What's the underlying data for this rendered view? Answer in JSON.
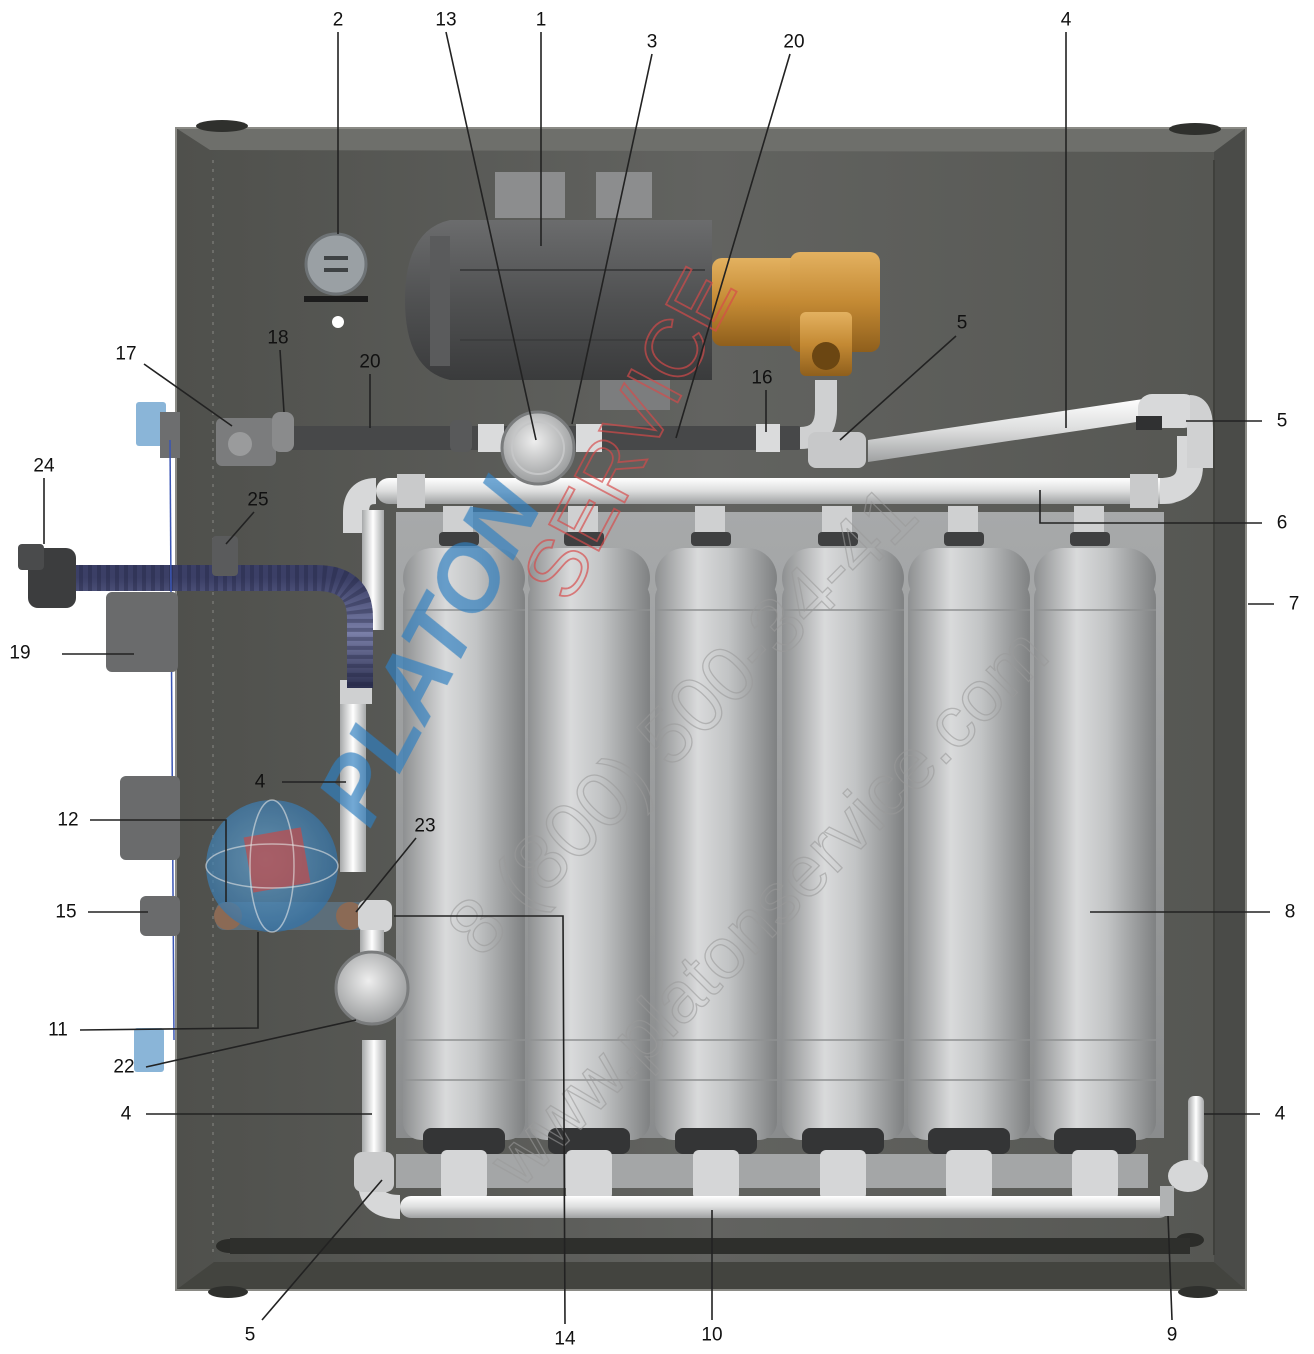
{
  "colors": {
    "cabinet": "#5b5c57",
    "cabinet_edge": "#8a8a85",
    "filter": "#b9bbbc",
    "pipe": "#e9eaea",
    "brass": "#c8923a",
    "motor": "#4a4b4c",
    "watermark_blue": "#2f7fc0",
    "watermark_red": "#d84a4a"
  },
  "watermark": {
    "brand": "PLATON",
    "brand_suffix": "SERVICE",
    "phone": "8 (800) 500-34-41",
    "site": "www.platonservice.com"
  },
  "callouts": [
    {
      "id": "c1",
      "label": "1"
    },
    {
      "id": "c2",
      "label": "2"
    },
    {
      "id": "c3",
      "label": "3"
    },
    {
      "id": "c4a",
      "label": "4"
    },
    {
      "id": "c4b",
      "label": "4"
    },
    {
      "id": "c4c",
      "label": "4"
    },
    {
      "id": "c4d",
      "label": "4"
    },
    {
      "id": "c5a",
      "label": "5"
    },
    {
      "id": "c5b",
      "label": "5"
    },
    {
      "id": "c5c",
      "label": "5"
    },
    {
      "id": "c6",
      "label": "6"
    },
    {
      "id": "c7",
      "label": "7"
    },
    {
      "id": "c8",
      "label": "8"
    },
    {
      "id": "c9",
      "label": "9"
    },
    {
      "id": "c10",
      "label": "10"
    },
    {
      "id": "c11",
      "label": "11"
    },
    {
      "id": "c12",
      "label": "12"
    },
    {
      "id": "c13",
      "label": "13"
    },
    {
      "id": "c14",
      "label": "14"
    },
    {
      "id": "c15",
      "label": "15"
    },
    {
      "id": "c16",
      "label": "16"
    },
    {
      "id": "c17",
      "label": "17"
    },
    {
      "id": "c18",
      "label": "18"
    },
    {
      "id": "c19",
      "label": "19"
    },
    {
      "id": "c20a",
      "label": "20"
    },
    {
      "id": "c20b",
      "label": "20"
    },
    {
      "id": "c22",
      "label": "22"
    },
    {
      "id": "c23",
      "label": "23"
    },
    {
      "id": "c24",
      "label": "24"
    },
    {
      "id": "c25",
      "label": "25"
    }
  ]
}
